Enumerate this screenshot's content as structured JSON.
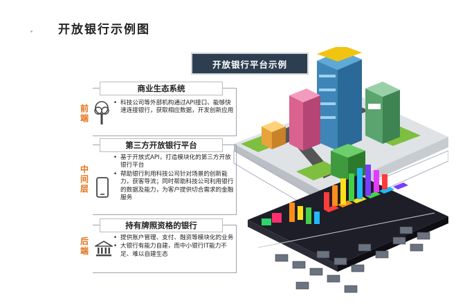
{
  "page": {
    "title": "开放银行示例图"
  },
  "diagram": {
    "header": "开放银行平台示例",
    "layers": [
      {
        "side_label": "前端",
        "title": "商业生态系统",
        "icon": "tree-icon",
        "bullets": [
          "科技公司等外部机构通过API接口、能够快速连接银行，获取相应数据，开发创新应用"
        ]
      },
      {
        "side_label": "中间层",
        "title": "第三方开放银行平台",
        "icon": "smartphone-icon",
        "bullets": [
          "基于开放式API，打造模块化的第三方开放银行平台",
          "帮助银行利用科技公司针对场景的创新能力，获客导流；同时帮助科技公司利用银行的数据及能力，为客户提供切合需求的金融服务"
        ]
      },
      {
        "side_label": "后端",
        "title": "持有牌照资格的银行",
        "icon": "bank-icon",
        "bullets": [
          "提供账户管理、支付、融资等模块化的业务",
          "大银行有能力自建，而中小银行IT能力不足、难以自建生态"
        ]
      }
    ],
    "colors": {
      "accent": "#e0731a",
      "header_bg": "#2d3e50",
      "frame": "#9aa3ad"
    }
  }
}
